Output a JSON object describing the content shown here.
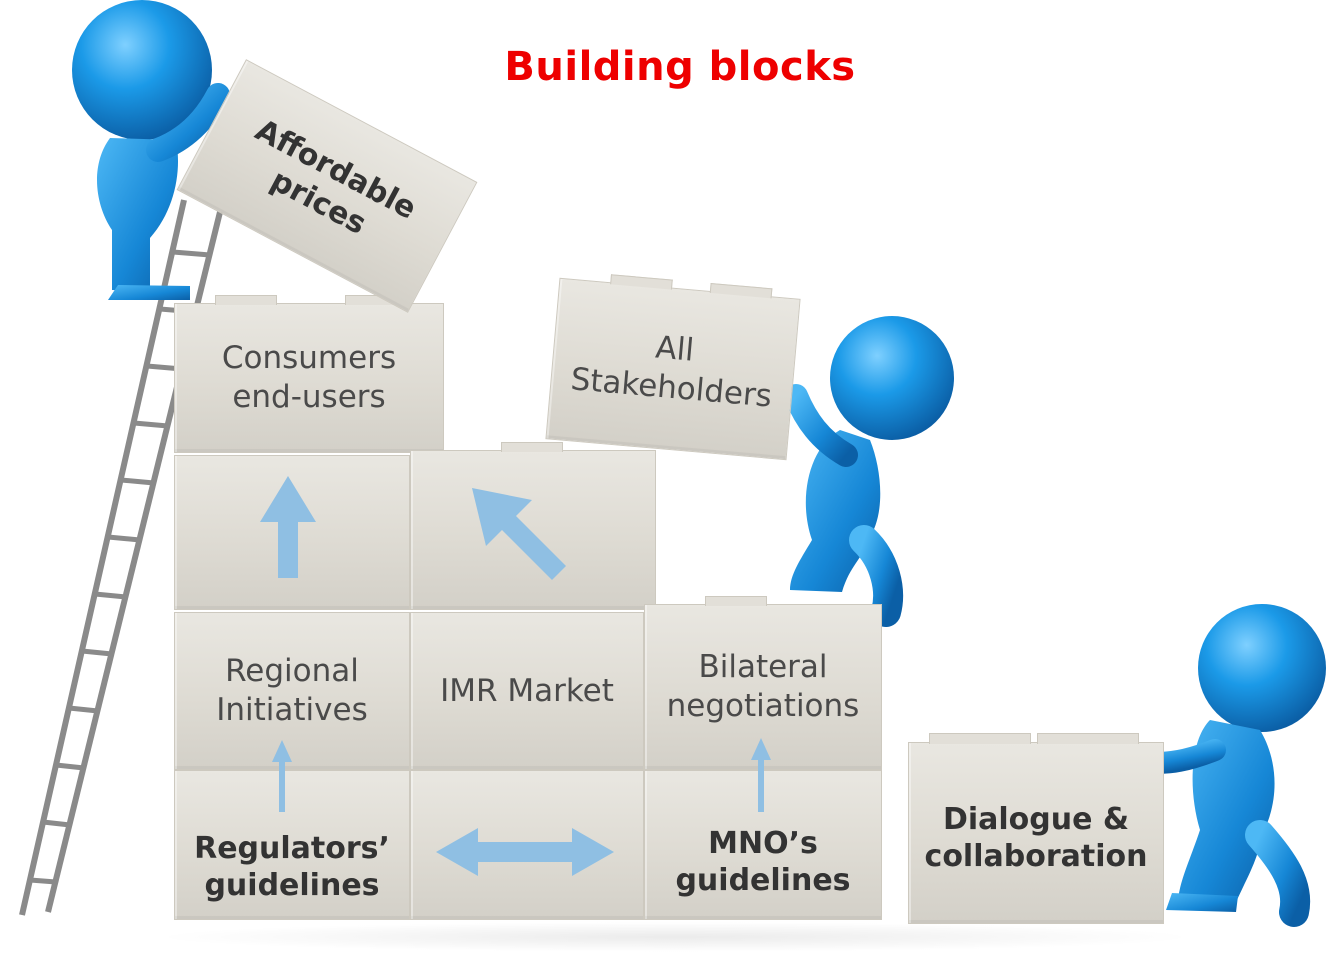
{
  "title": "Building blocks",
  "blocks": {
    "affordable_prices": [
      "Affordable",
      "prices"
    ],
    "consumers": [
      "Consumers",
      "end-users"
    ],
    "all_stakeholders": [
      "All",
      "Stakeholders"
    ],
    "regional": [
      "Regional",
      "Initiatives"
    ],
    "imr_market": "IMR Market",
    "bilateral": [
      "Bilateral",
      "negotiations"
    ],
    "regulators": [
      "Regulators’",
      "guidelines"
    ],
    "mno": [
      "MNO’s",
      "guidelines"
    ],
    "dialogue": [
      "Dialogue &",
      "collaboration"
    ]
  },
  "colors": {
    "title": "#ee0000",
    "arrow": "#8fbfe3",
    "figure": "#1b9ae8"
  }
}
